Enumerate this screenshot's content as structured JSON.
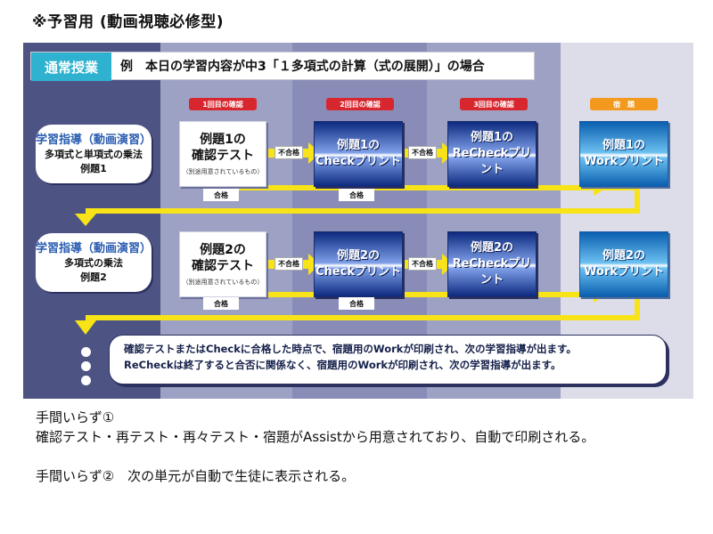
{
  "title": "※予習用 (動画視聴必修型)",
  "header": {
    "tag": "通常授業",
    "text": "例　本日の学習内容が中3「１多項式の計算（式の展開）」の場合"
  },
  "stage_badges": [
    "1回目の確認",
    "2回目の確認",
    "3回目の確認",
    "宿　題"
  ],
  "rows": [
    {
      "guidance": [
        "学習指導（動画演習）",
        "多項式と単項式の乗法",
        "例題1"
      ],
      "test": [
        "例題1の",
        "確認テスト",
        "（別途用意されているもの）"
      ],
      "check": [
        "例題1の",
        "Checkプリント"
      ],
      "recheck": [
        "例題1の",
        "ReCheckプリント"
      ],
      "work": [
        "例題1の",
        "Workプリント"
      ]
    },
    {
      "guidance": [
        "学習指導（動画演習）",
        "多項式の乗法",
        "例題2"
      ],
      "test": [
        "例題2の",
        "確認テスト",
        "（別途用意されているもの）"
      ],
      "check": [
        "例題2の",
        "Checkプリント"
      ],
      "recheck": [
        "例題2の",
        "ReCheckプリント"
      ],
      "work": [
        "例題2の",
        "Workプリント"
      ]
    }
  ],
  "fail_label": "不合格",
  "pass_label": "合格",
  "note_lines": [
    "確認テストまたはCheckに合格した時点で、宿題用のWorkが印刷され、次の学習指導が出ます。",
    "ReCheckは終了すると合否に関係なく、宿題用のWorkが印刷され、次の学習指導が出ます。"
  ],
  "body": {
    "heading1": "手間いらず①",
    "text1": "確認テスト・再テスト・再々テスト・宿題がAssistから用意されており、自動で印刷される。",
    "heading2": "手間いらず②　次の単元が自動で生徒に表示される。"
  },
  "colors": {
    "panel_dark": "#4d5484",
    "panel_mid": "#9da2c4",
    "accent_cyan": "#2eb2cf",
    "badge_red": "#d8262e",
    "badge_orange": "#f39a1e",
    "arrow_yellow": "#f7e318",
    "box_navy": "#0d2a80",
    "box_blue": "#0a5fb0"
  }
}
